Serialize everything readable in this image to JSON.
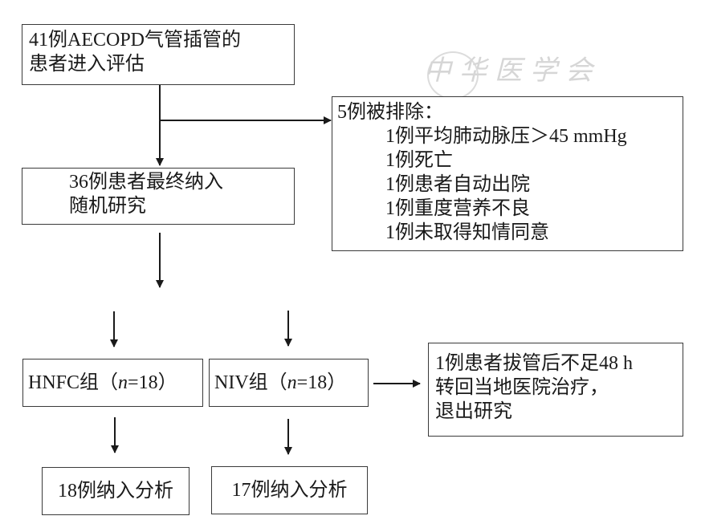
{
  "watermark": {
    "text": "中华医学会"
  },
  "nodes": {
    "assessed": {
      "lines": [
        "41例AECOPD气管插管的",
        "患者进入评估"
      ]
    },
    "excluded": {
      "title": "5例被排除：",
      "items": [
        "1例平均肺动脉压＞45 mmHg",
        "1例死亡",
        "1例患者自动出院",
        "1例重度营养不良",
        "1例未取得知情同意"
      ]
    },
    "randomized": {
      "lines": [
        "36例患者最终纳入",
        "随机研究"
      ]
    },
    "hnfc_group": {
      "prefix": "HNFC组（",
      "n_label": "n",
      "suffix": "=18）"
    },
    "niv_group": {
      "prefix": "NIV组（",
      "n_label": "n",
      "suffix": "=18）"
    },
    "niv_withdrawn": {
      "lines": [
        "1例患者拔管后不足48 h",
        "转回当地医院治疗，",
        "退出研究"
      ]
    },
    "hnfc_analyzed": {
      "text": "18例纳入分析"
    },
    "niv_analyzed": {
      "text": "17例纳入分析"
    }
  },
  "colors": {
    "line": "#1a1a1a",
    "border": "#3a3a3a"
  }
}
